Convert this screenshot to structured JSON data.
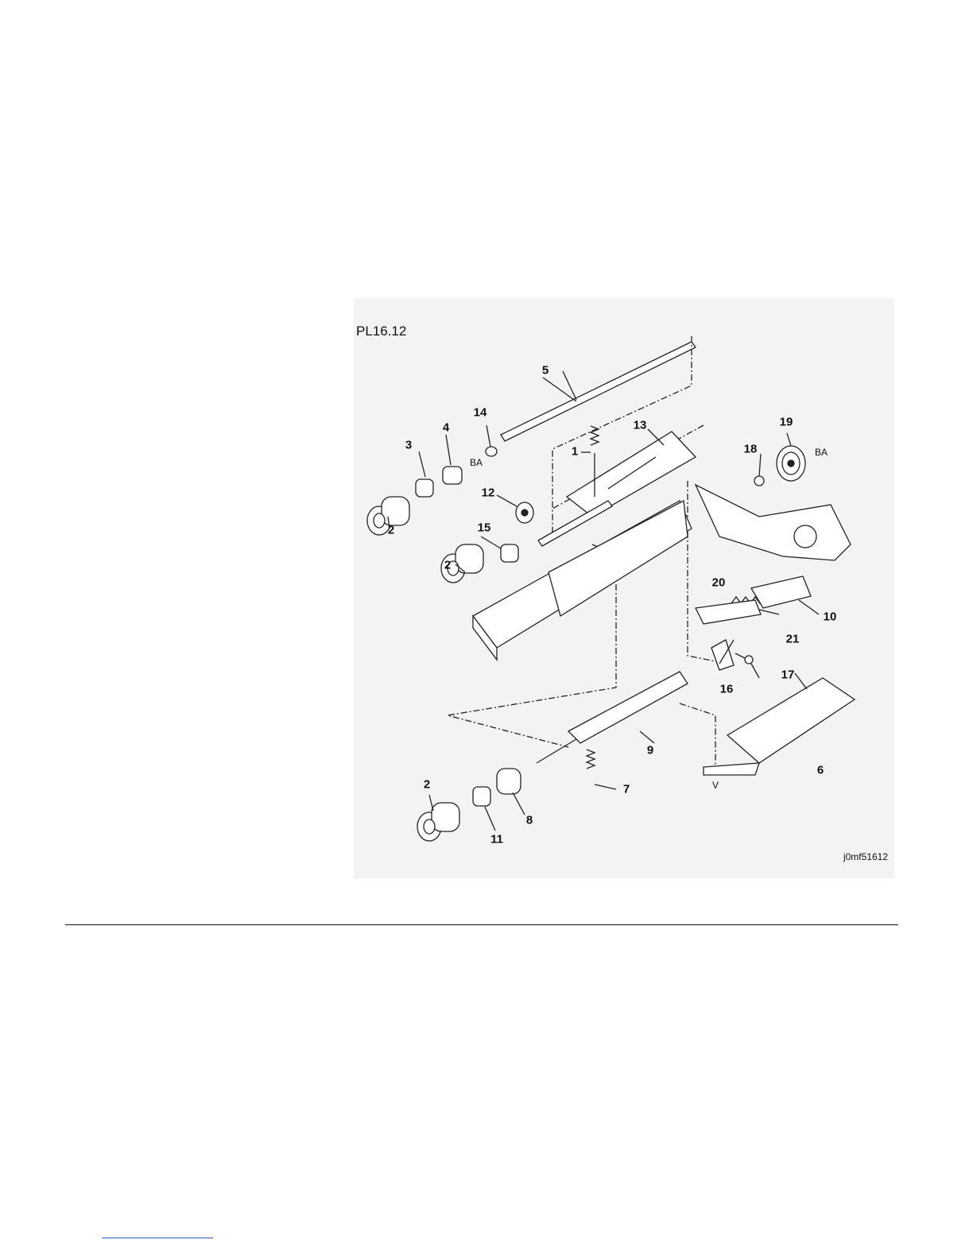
{
  "plate_label": "PL16.12",
  "figure_id": "j0mf51612",
  "callouts": [
    "5",
    "14",
    "4",
    "3",
    "BA",
    "13",
    "1",
    "18",
    "19",
    "BA",
    "12",
    "2",
    "15",
    "2",
    "20",
    "10",
    "21",
    "17",
    "16",
    "9",
    "6",
    "7",
    "8",
    "2",
    "11",
    "V"
  ]
}
